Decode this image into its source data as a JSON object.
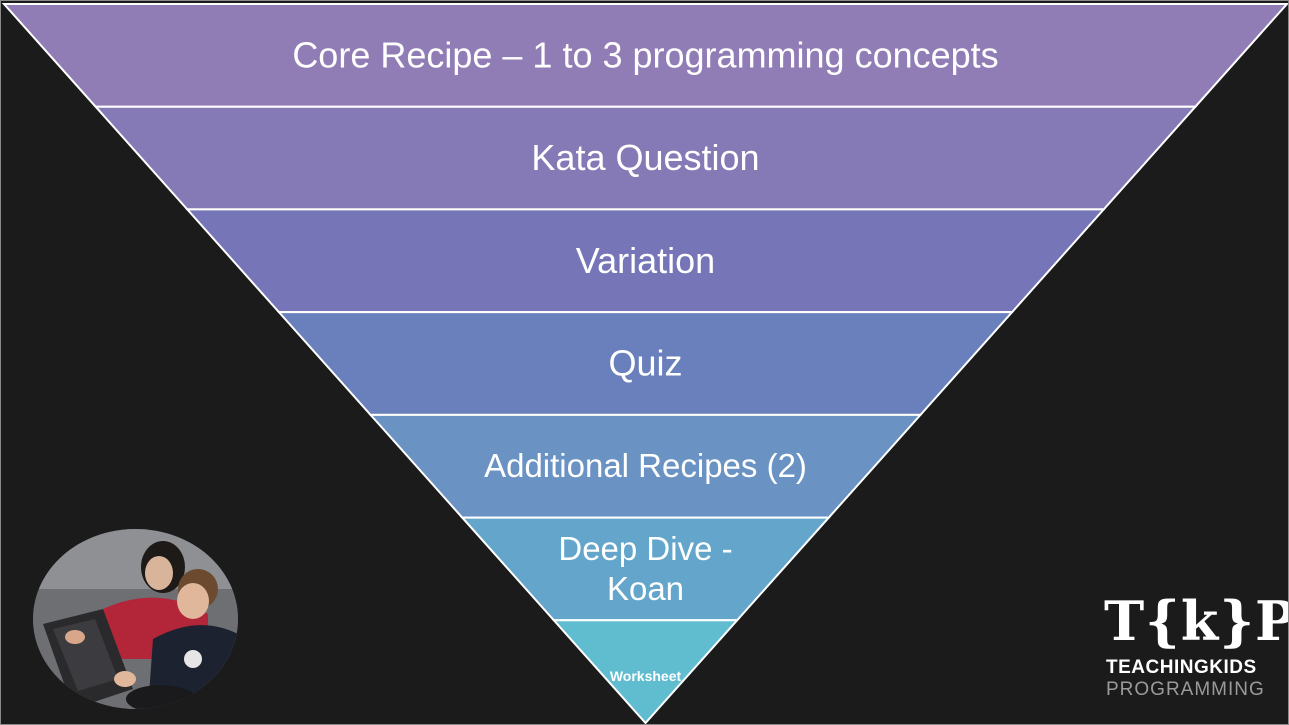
{
  "funnel": {
    "levels": [
      {
        "label": "Core Recipe – 1 to 3 programming concepts",
        "color": "#917db5"
      },
      {
        "label": "Kata Question",
        "color": "#857ab5"
      },
      {
        "label": "Variation",
        "color": "#7575b7"
      },
      {
        "label": "Quiz",
        "color": "#6a80bc"
      },
      {
        "label": "Additional Recipes (2)",
        "color": "#6a93c4"
      },
      {
        "label": "Deep Dive -\nKoan",
        "color": "#64a6cb"
      },
      {
        "label": "Worksheet",
        "color": "#60bdd0"
      }
    ]
  },
  "logo": {
    "mark": "T{k}P",
    "line1": "TEACHINGKIDS",
    "line2": "PROGRAMMING"
  }
}
